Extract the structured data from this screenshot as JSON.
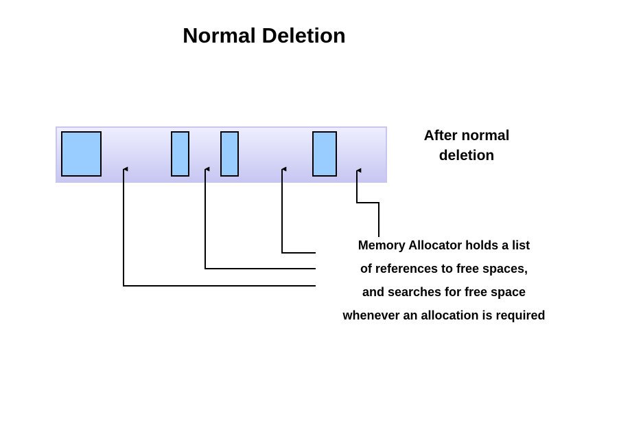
{
  "title": "Normal Deletion",
  "side_label": [
    "After normal",
    "deletion"
  ],
  "caption_lines": [
    "Memory Allocator holds a list",
    "of references to free spaces,",
    "and searches for free space",
    "whenever an allocation is required"
  ],
  "colors": {
    "block_fill": "#99ccff",
    "memory_bar_top": "#efefff",
    "memory_bar_bottom": "#c6c6f2",
    "memory_bar_border": "#c6c6f0",
    "line": "#000000"
  }
}
